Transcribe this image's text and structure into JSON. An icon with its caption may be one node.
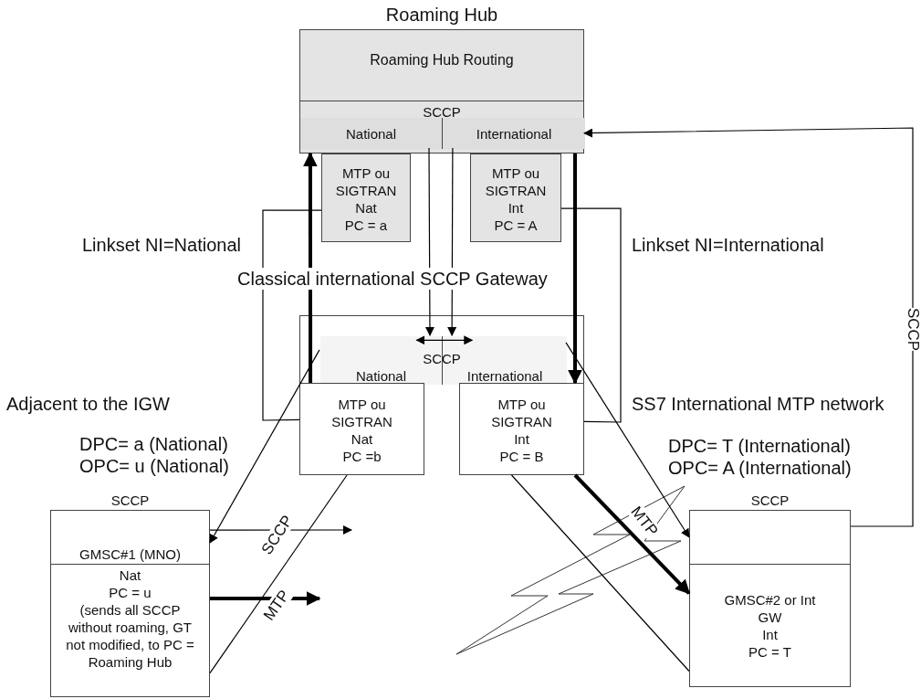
{
  "diagram": {
    "nodes": [
      {
        "text": [
          "Roaming Hub",
          "Roaming Hub Routing"
        ]
      },
      {
        "text": [
          "SCCP"
        ],
        "in": 0
      },
      {
        "text": [
          "National"
        ],
        "in": 1
      },
      {
        "text": [
          "International"
        ],
        "in": 1
      },
      {
        "text": [
          "MTP ou SIGTRAN",
          "Nat",
          "PC = a"
        ]
      },
      {
        "text": [
          "MTP ou SIGTRAN",
          "Int",
          "PC = A"
        ]
      },
      {
        "text": [
          "SCCP"
        ]
      },
      {
        "text": [
          "National"
        ],
        "in": 6
      },
      {
        "text": [
          "International"
        ],
        "in": 6
      },
      {
        "text": [
          "MTP ou SIGTRAN",
          "Nat",
          "PC =b"
        ]
      },
      {
        "text": [
          "MTP ou SIGTRAN",
          "Int",
          "PC = B"
        ]
      },
      {
        "text": [
          "SCCP",
          "GMSC#1 (MNO)"
        ]
      },
      {
        "text": [
          "Nat",
          "PC = u",
          "(sends all SCCP without roaming, GT not modified, to PC = Roaming Hub"
        ]
      },
      {
        "text": [
          "SCCP"
        ]
      },
      {
        "text": [
          "GMSC#2 or Int GW",
          "Int",
          "PC = T"
        ]
      }
    ],
    "edges": [
      {
        "from": 9,
        "to": 0,
        "arrow": "to",
        "style": "thick"
      },
      {
        "from": 0,
        "to": 10,
        "arrow": "to",
        "style": "thick"
      },
      {
        "from": 10,
        "to": 14,
        "arrow": "to",
        "style": "thick",
        "label": "MTP"
      },
      {
        "from": 2,
        "to": 7,
        "arrow": "to"
      },
      {
        "from": 7,
        "to": 11,
        "arrow": "to"
      },
      {
        "from": 3,
        "to": 8,
        "arrow": "to"
      },
      {
        "from": 8,
        "to": 13,
        "arrow": "to"
      },
      {
        "from": 13,
        "to": 3,
        "arrow": "to",
        "label": "SCCP"
      },
      {
        "from": 7,
        "to": 8,
        "arrow": "both"
      },
      {
        "from": 11,
        "to": null,
        "arrow": "to",
        "label": "SCCP"
      },
      {
        "from": 12,
        "to": null,
        "arrow": "to",
        "style": "thick",
        "label": "MTP"
      },
      {
        "from": 9,
        "to": 12,
        "arrow": "none"
      },
      {
        "from": 10,
        "to": 14,
        "arrow": "none"
      },
      {
        "from": 4,
        "to": 9,
        "arrow": "none"
      },
      {
        "from": 5,
        "to": 10,
        "arrow": "none"
      }
    ],
    "labels": [
      "Linkset NI=National",
      "Linkset NI=International",
      "Classical international SCCP Gateway",
      "Adjacent to the IGW",
      "SS7 International MTP network",
      "DPC= a (National)",
      "OPC= u (National)",
      "DPC= T (International)",
      "OPC= A (International)"
    ]
  }
}
